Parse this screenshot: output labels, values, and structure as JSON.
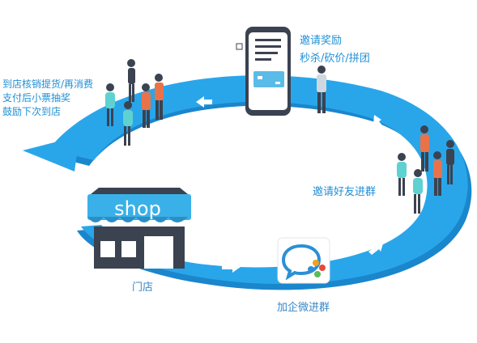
{
  "labels": {
    "left_line1": "到店核销提货/再消费",
    "left_line2": "支付后小票抽奖",
    "left_line3": "鼓励下次到店",
    "top_line1": "邀请奖励",
    "top_line2": "秒杀/砍价/拼团",
    "invite": "邀请好友进群",
    "store": "门店",
    "wecom": "加企微进群",
    "shop_sign": "shop"
  },
  "colors": {
    "ring": "#29a6ea",
    "ring_shadow": "#1a86cc",
    "awning": "#3ab0e8",
    "building": "#3b4250",
    "text": "#1f8fd6"
  },
  "icons": [
    "phone-icon",
    "store-icon",
    "wecom-icon",
    "arrow-icon",
    "person-icon"
  ]
}
